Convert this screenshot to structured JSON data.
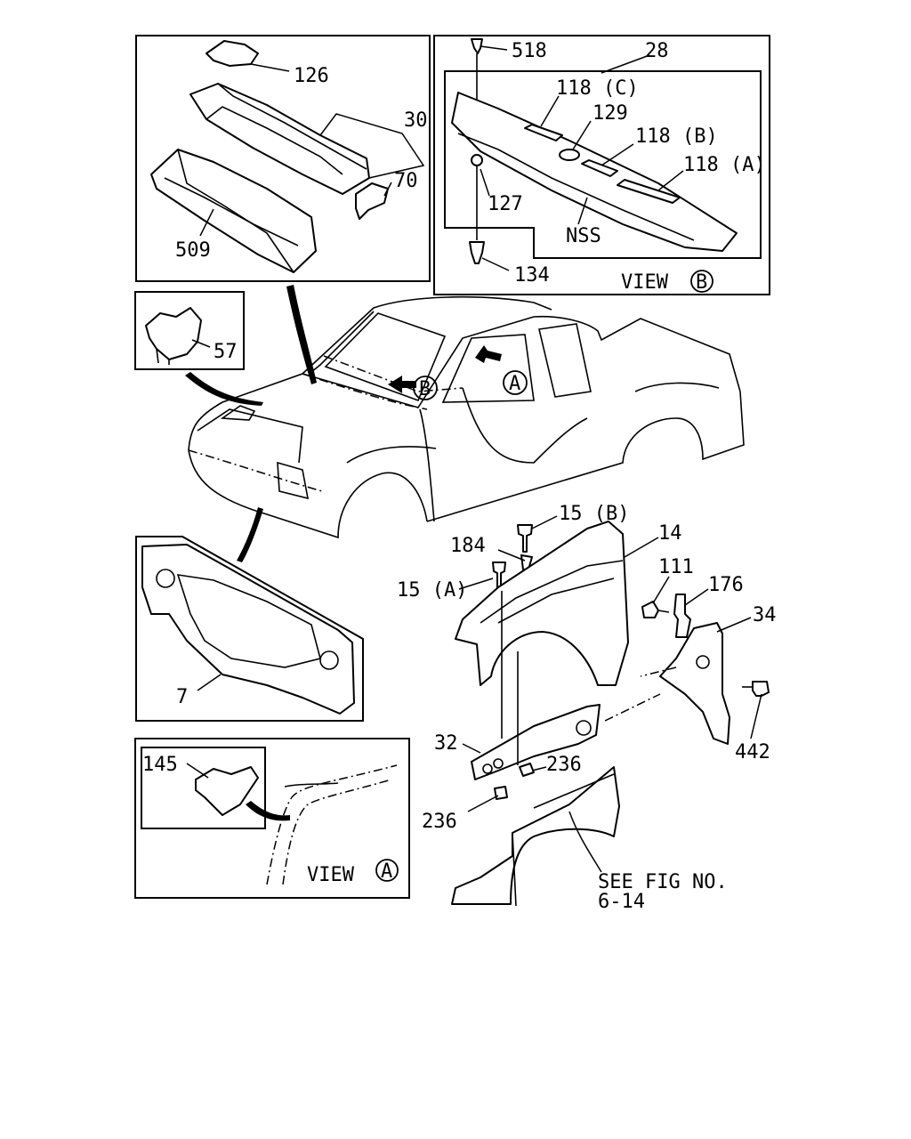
{
  "labels": {
    "l126": "126",
    "l30": "30",
    "l70": "70",
    "l509": "509",
    "l518": "518",
    "l28": "28",
    "l118c": "118 (C)",
    "l129": "129",
    "l118b": "118 (B)",
    "l118a": "118 (A)",
    "l127": "127",
    "lnss": "NSS",
    "l134": "134",
    "l57": "57",
    "l15b": "15 (B)",
    "l14": "14",
    "l184": "184",
    "l111": "111",
    "l176": "176",
    "l15a": "15 (A)",
    "l34": "34",
    "l7": "7",
    "l32": "32",
    "l236a": "236",
    "l236b": "236",
    "l442": "442",
    "l145": "145",
    "see_fig_line1": "SEE FIG NO.",
    "see_fig_line2": "6-14"
  },
  "views": {
    "view_b_word": "VIEW",
    "view_b_letter": "B",
    "view_a_word": "VIEW",
    "view_a_letter": "A"
  },
  "callouts": {
    "b": "B",
    "a": "A"
  }
}
